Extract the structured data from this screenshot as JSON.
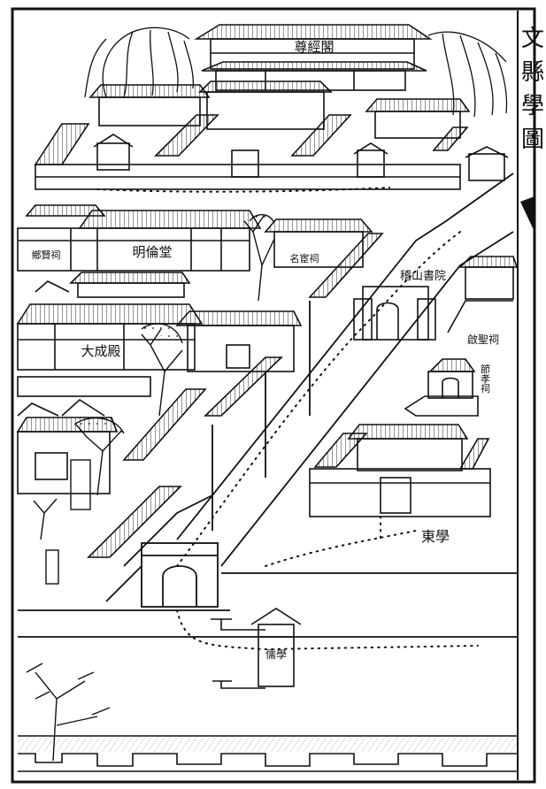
{
  "colors": {
    "ink": "#111111",
    "paper": "#ffffff"
  },
  "labels": {
    "zunjing_ge": "尊經閣",
    "minglun_tang": "明倫堂",
    "dacheng_dian": "大成殿",
    "xiang_xian_ci": "鄉賢祠",
    "ming_huan_ci": "名宦祠",
    "jishan_shuyuan": "稽山書院",
    "jiansheng_ci": "啟聖祠",
    "jiexiao_ci": "節孝祠",
    "dongxue": "東學",
    "paifang": "儒學"
  },
  "edge_text": {
    "chars": [
      "文",
      "縣",
      "學",
      "圖"
    ]
  }
}
